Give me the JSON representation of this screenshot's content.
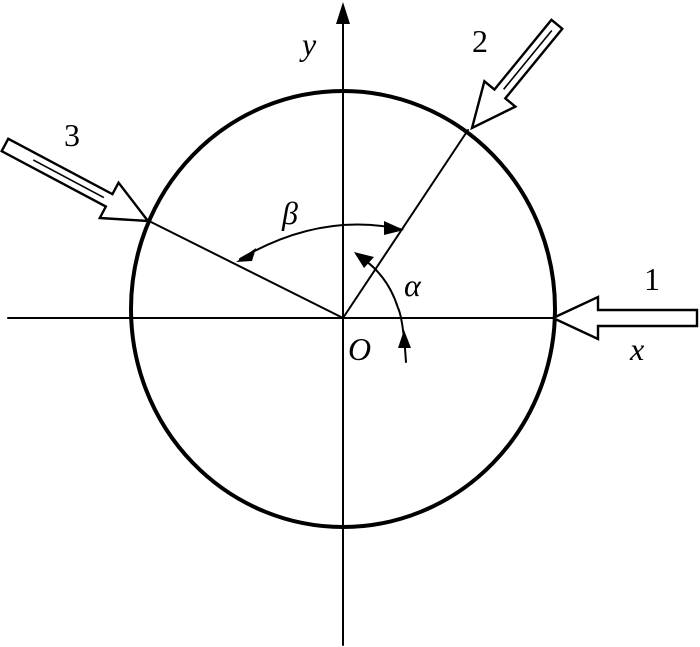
{
  "labels": {
    "x_axis": "x",
    "y_axis": "y",
    "origin": "O",
    "force_1": "1",
    "force_2": "2",
    "force_3": "3",
    "angle_alpha": "α",
    "angle_beta": "β"
  },
  "colors": {
    "ink": "#000000",
    "background": "#ffffff"
  }
}
